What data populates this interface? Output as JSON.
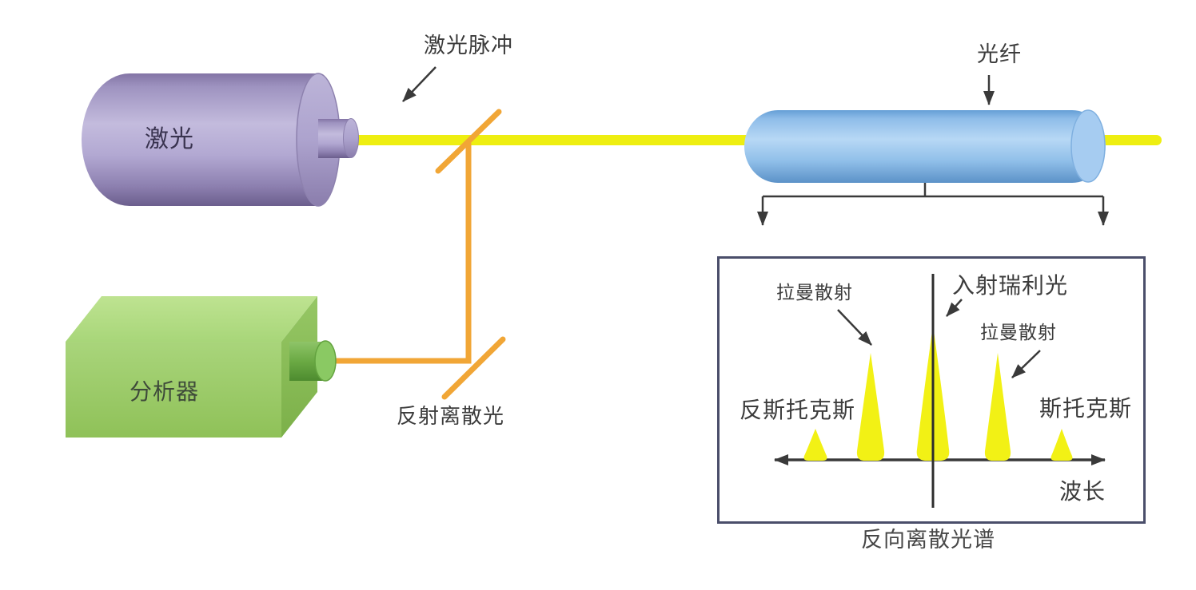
{
  "diagram": {
    "devices": {
      "laser": {
        "label": "激光",
        "body_color": "#a89fc9"
      },
      "analyzer": {
        "label": "分析器",
        "body_color": "#9ccb67"
      },
      "fiber": {
        "label": "光纤",
        "body_color": "#90c0ec"
      }
    },
    "annotations": {
      "laser_pulse": "激光脉冲",
      "reflected_scatter": "反射离散光",
      "caption": "反向离散光谱"
    },
    "spectrum_panel": {
      "labels": {
        "raman_left": "拉曼散射",
        "rayleigh": "入射瑞利光",
        "raman_right": "拉曼散射",
        "anti_stokes": "反斯托克斯",
        "stokes": "斯托克斯",
        "wavelength": "波长"
      },
      "peaks": [
        {
          "name": "anti_stokes_outer",
          "rel_height": 0.24
        },
        {
          "name": "anti_stokes_raman",
          "rel_height": 0.8
        },
        {
          "name": "rayleigh_center",
          "rel_height": 1.0
        },
        {
          "name": "stokes_raman",
          "rel_height": 0.8
        },
        {
          "name": "stokes_outer",
          "rel_height": 0.24
        }
      ],
      "axis_style": "double-headed arrow, wavelength increasing to the right"
    },
    "colors": {
      "beam": "#eeee11",
      "scatter_path": "#f1a636",
      "peak": "#f2f115",
      "line": "#3a3a3a",
      "panel_border": "#4a4e6a"
    }
  }
}
